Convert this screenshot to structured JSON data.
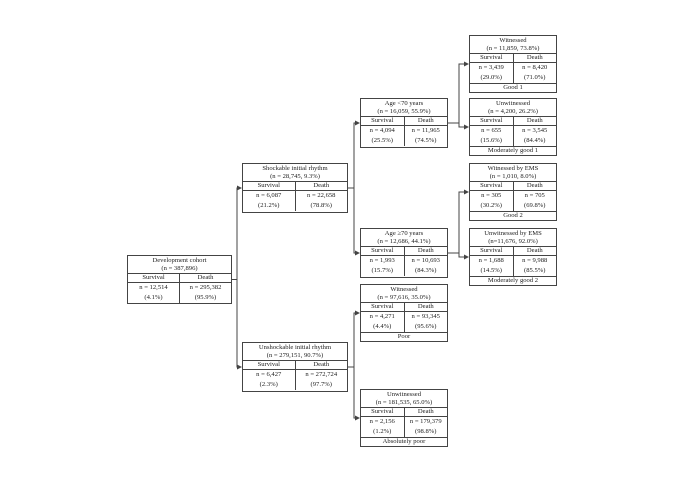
{
  "nodes": [
    {
      "id": "dev",
      "title": [
        "Development cohort",
        "(n = 387,896)"
      ],
      "survival": {
        "label": "Survival",
        "n": "n = 12,514",
        "pct": "(4.1%)"
      },
      "death": {
        "label": "Death",
        "n": "n = 295,382",
        "pct": "(95.9%)"
      }
    },
    {
      "id": "shock",
      "title": [
        "Shockable initial rhythm",
        "(n = 28,745, 9.3%)"
      ],
      "survival": {
        "label": "Survival",
        "n": "n = 6,087",
        "pct": "(21.2%)"
      },
      "death": {
        "label": "Death",
        "n": "n = 22,658",
        "pct": "(78.8%)"
      }
    },
    {
      "id": "unshock",
      "title": [
        "Unshockable initial rhythm",
        "(n = 279,151, 90.7%)"
      ],
      "survival": {
        "label": "Survival",
        "n": "n = 6,427",
        "pct": "(2.3%)"
      },
      "death": {
        "label": "Death",
        "n": "n = 272,724",
        "pct": "(97.7%)"
      }
    },
    {
      "id": "ageLt",
      "title": [
        "Age <70 years",
        "(n = 16,059, 55.9%)"
      ],
      "survival": {
        "label": "Survival",
        "n": "n = 4,094",
        "pct": "(25.5%)"
      },
      "death": {
        "label": "Death",
        "n": "n = 11,965",
        "pct": "(74.5%)"
      }
    },
    {
      "id": "ageGe",
      "title": [
        "Age ≥70 years",
        "(n = 12,686, 44.1%)"
      ],
      "survival": {
        "label": "Survival",
        "n": "n = 1,993",
        "pct": "(15.7%)"
      },
      "death": {
        "label": "Death",
        "n": "n = 10,693",
        "pct": "(84.3%)"
      }
    },
    {
      "id": "witPoor",
      "title": [
        "Witnessed",
        "(n = 97,616, 35.0%)"
      ],
      "survival": {
        "label": "Survival",
        "n": "n = 4,271",
        "pct": "(4.4%)"
      },
      "death": {
        "label": "Death",
        "n": "n = 93,345",
        "pct": "(95.6%)"
      },
      "category": "Poor"
    },
    {
      "id": "unwitAbs",
      "title": [
        "Unwitnessed",
        "(n = 181,535, 65.0%)"
      ],
      "survival": {
        "label": "Survival",
        "n": "n = 2,156",
        "pct": "(1.2%)"
      },
      "death": {
        "label": "Death",
        "n": "n = 179,379",
        "pct": "(98.8%)"
      },
      "category": "Absolutely poor"
    },
    {
      "id": "witGood1",
      "title": [
        "Witnessed",
        "(n = 11,859, 73.8%)"
      ],
      "survival": {
        "label": "Survival",
        "n": "n = 3,439",
        "pct": "(29.0%)"
      },
      "death": {
        "label": "Death",
        "n": "n = 8,420",
        "pct": "(71.0%)"
      },
      "category": "Good 1"
    },
    {
      "id": "unwitMod1",
      "title": [
        "Unwitnessed",
        "(n = 4,200, 26.2%)"
      ],
      "survival": {
        "label": "Survival",
        "n": "n = 655",
        "pct": "(15.6%)"
      },
      "death": {
        "label": "Death",
        "n": "n = 3,545",
        "pct": "(84.4%)"
      },
      "category": "Moderately good 1"
    },
    {
      "id": "witEms",
      "title": [
        "Witnessed by EMS",
        "(n = 1,010, 8.0%)"
      ],
      "survival": {
        "label": "Survival",
        "n": "n = 305",
        "pct": "(30.2%)"
      },
      "death": {
        "label": "Death",
        "n": "n = 705",
        "pct": "(69.8%)"
      },
      "category": "Good 2"
    },
    {
      "id": "unwitEms",
      "title": [
        "Unwitnessed by EMS",
        "(n=11,676, 92.0%)"
      ],
      "survival": {
        "label": "Survival",
        "n": "n = 1,688",
        "pct": "(14.5%)"
      },
      "death": {
        "label": "Death",
        "n": "n = 9,988",
        "pct": "(85.5%)"
      },
      "category": "Moderately good 2"
    }
  ],
  "edges": [
    [
      "dev",
      "shock"
    ],
    [
      "dev",
      "unshock"
    ],
    [
      "shock",
      "ageLt"
    ],
    [
      "shock",
      "ageGe"
    ],
    [
      "unshock",
      "witPoor"
    ],
    [
      "unshock",
      "unwitAbs"
    ],
    [
      "ageLt",
      "witGood1"
    ],
    [
      "ageLt",
      "unwitMod1"
    ],
    [
      "ageGe",
      "witEms"
    ],
    [
      "ageGe",
      "unwitEms"
    ]
  ],
  "colors": {
    "line": "#444444",
    "text": "#222222",
    "background": "#ffffff"
  }
}
